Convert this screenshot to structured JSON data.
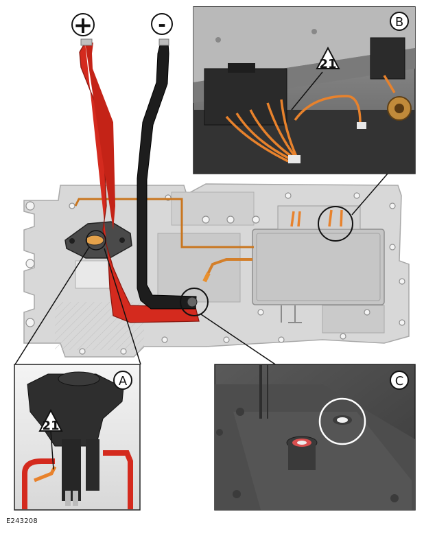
{
  "figure": {
    "id": "E243208",
    "terminals": {
      "positive": "+",
      "negative": "-"
    },
    "callout_number": "21",
    "detail_labels": [
      "A",
      "B",
      "C"
    ]
  },
  "colors": {
    "positive_cable": "#d42a1e",
    "negative_cable": "#1d1d1d",
    "harness_orange": "#e8822c",
    "plate_grey": "#d4d4d4",
    "inset_border": "#222222"
  },
  "icons": [
    "plus-terminal-icon",
    "minus-terminal-icon",
    "warning-triangle-icon"
  ]
}
